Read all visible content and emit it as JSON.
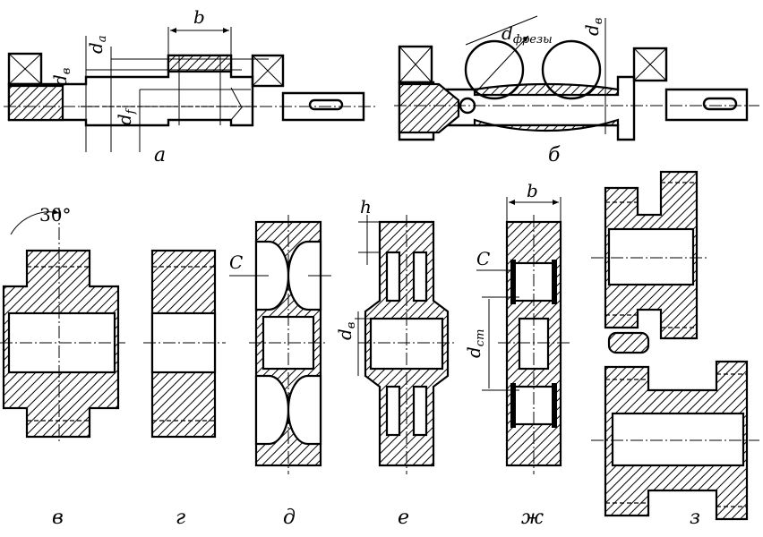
{
  "figure_labels": {
    "a": "а",
    "b": "б",
    "v": "в",
    "g": "г",
    "d": "д",
    "e": "е",
    "zh": "ж",
    "z": "з"
  },
  "dimension_labels": {
    "d_v": "d",
    "d_v_sub": "в",
    "d_a": "d",
    "d_a_sub": "a",
    "d_f": "d",
    "d_f_sub": "f",
    "b": "b",
    "d_frezy": "d",
    "d_frezy_sub": "фрезы",
    "d_v2": "d",
    "d_v2_sub": "в",
    "angle": "30°",
    "C": "C",
    "h": "h",
    "d_v3": "d",
    "d_v3_sub": "в",
    "b2": "b",
    "C2": "C",
    "d_st": "d",
    "d_st_sub": "ст"
  }
}
